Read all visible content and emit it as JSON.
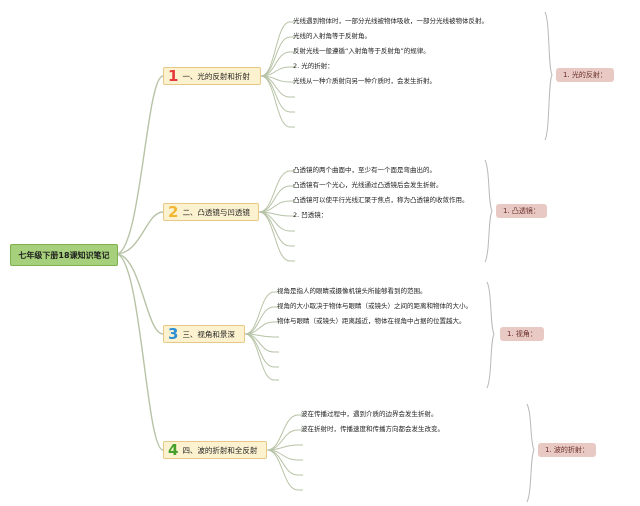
{
  "root": {
    "label": "七年级下册18课知识笔记"
  },
  "colors": {
    "line": "#b7c3a6",
    "bracket": "#b9b9b9",
    "root_fill": "#a6d07b",
    "branch_fill": "#fdf2cf",
    "summary_fill": "#e8c9c4"
  },
  "branches": [
    {
      "number": "1",
      "number_color": "#e53b3b",
      "label": "一、光的反射和折射",
      "items": [
        "光线遇到物体时，一部分光线被物体吸收，一部分光线被物体反射。",
        "光线的入射角等于反射角。",
        "反射光线一般遵循“入射角等于反射角”的规律。",
        "2. 光的折射：",
        "光线从一种介质射向另一种介质时，会发生折射。"
      ],
      "summary": "1. 光的反射："
    },
    {
      "number": "2",
      "number_color": "#f2b631",
      "label": "二、凸透镜与凹透镜",
      "items": [
        "凸透镜的两个曲面中，至少有一个面是弯曲出的。",
        "凸透镜有一个光心，光线通过凸透镜后会发生折射。",
        "凸透镜可以使平行光线汇聚于焦点，称为凸透镜的收敛作用。",
        "2. 凹透镜："
      ],
      "summary": "1. 凸透镜："
    },
    {
      "number": "3",
      "number_color": "#2d8fd6",
      "label": "三、视角和景深",
      "items": [
        "视角是指人的眼睛或摄像机镜头所能够看到的范围。",
        "视角的大小取决于物体与眼睛（或镜头）之间的距离和物体的大小。",
        "物体与眼睛（或镜头）距离越近，物体在视角中占据的位置越大。"
      ],
      "summary": "1. 视角："
    },
    {
      "number": "4",
      "number_color": "#46a12c",
      "label": "四、波的折射和全反射",
      "items": [
        "波在传播过程中，遇到介质的边界会发生折射。",
        "波在折射时，传播速度和传播方向都会发生改变。"
      ],
      "summary": "1. 波的折射："
    }
  ]
}
